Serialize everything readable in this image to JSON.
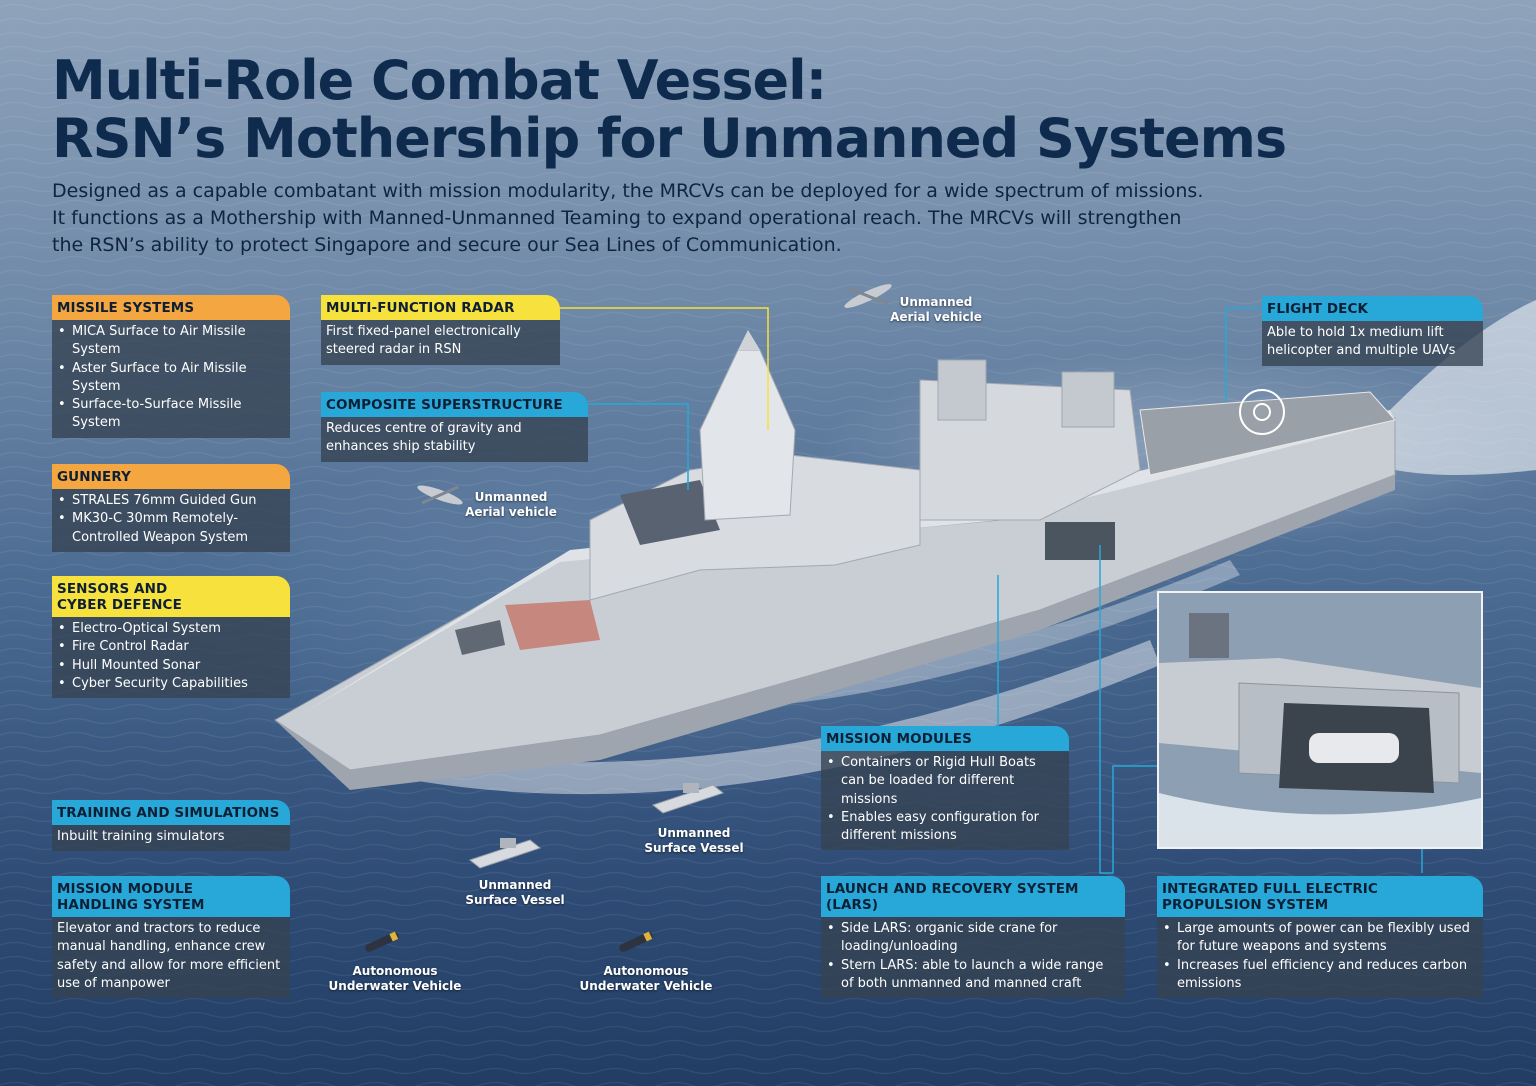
{
  "title": {
    "line1": "Multi-Role Combat Vessel:",
    "line2": "RSN’s Mothership for Unmanned Systems"
  },
  "intro": {
    "line1": "Designed as a capable combatant with mission modularity, the MRCVs can be deployed for a wide spectrum of missions.",
    "line2": "It functions as a Mothership with Manned-Unmanned Teaming to expand operational reach. The MRCVs will strengthen",
    "line3": "the RSN’s ability to protect Singapore and secure our Sea Lines of Communication."
  },
  "colors": {
    "title": "#0e2a4d",
    "orange": "#f4a640",
    "yellow": "#f7e23d",
    "cyan": "#27a8d8",
    "panel_body": "#364252"
  },
  "panels": {
    "missile": {
      "title": "MISSILE SYSTEMS",
      "items": [
        "MICA Surface to Air Missile System",
        "Aster Surface to Air Missile System",
        "Surface-to-Surface Missile System"
      ]
    },
    "gunnery": {
      "title": "GUNNERY",
      "items": [
        "STRALES 76mm Guided Gun",
        "MK30-C 30mm Remotely-Controlled Weapon System"
      ]
    },
    "sensors": {
      "title_line1": "SENSORS AND",
      "title_line2": "CYBER DEFENCE",
      "items": [
        "Electro-Optical System",
        "Fire Control Radar",
        "Hull Mounted Sonar",
        "Cyber Security Capabilities"
      ]
    },
    "training": {
      "title": "TRAINING AND SIMULATIONS",
      "text": "Inbuilt training simulators"
    },
    "handling": {
      "title_line1": "MISSION MODULE",
      "title_line2": "HANDLING SYSTEM",
      "text": "Elevator and tractors to reduce manual handling, enhance crew safety and allow for more efficient use of manpower"
    },
    "radar": {
      "title": "MULTI-FUNCTION RADAR",
      "text": "First fixed-panel electronically steered radar in RSN"
    },
    "superstructure": {
      "title": "COMPOSITE SUPERSTRUCTURE",
      "text": "Reduces centre of gravity and enhances ship stability"
    },
    "flight_deck": {
      "title": "FLIGHT DECK",
      "text": "Able to hold 1x medium lift helicopter and multiple UAVs"
    },
    "mission_modules": {
      "title": "MISSION MODULES",
      "items": [
        "Containers or Rigid Hull Boats can be loaded for different missions",
        "Enables easy configuration for different missions"
      ]
    },
    "lars": {
      "title_line1": "LAUNCH AND RECOVERY SYSTEM",
      "title_line2": "(LARS)",
      "items": [
        "Side LARS: organic side crane for loading/unloading",
        "Stern LARS: able to launch a wide range of both unmanned and manned craft"
      ]
    },
    "propulsion": {
      "title_line1": "INTEGRATED FULL ELECTRIC",
      "title_line2": "PROPULSION SYSTEM",
      "items": [
        "Large amounts of power can be flexibly used for future weapons and systems",
        "Increases fuel efficiency and reduces carbon emissions"
      ]
    }
  },
  "labels": {
    "uav1": {
      "line1": "Unmanned",
      "line2": "Aerial vehicle"
    },
    "uav2": {
      "line1": "Unmanned",
      "line2": "Aerial vehicle"
    },
    "usv1": {
      "line1": "Unmanned",
      "line2": "Surface Vessel"
    },
    "usv2": {
      "line1": "Unmanned",
      "line2": "Surface Vessel"
    },
    "auv1": {
      "line1": "Autonomous",
      "line2": "Underwater Vehicle"
    },
    "auv2": {
      "line1": "Autonomous",
      "line2": "Underwater Vehicle"
    }
  }
}
